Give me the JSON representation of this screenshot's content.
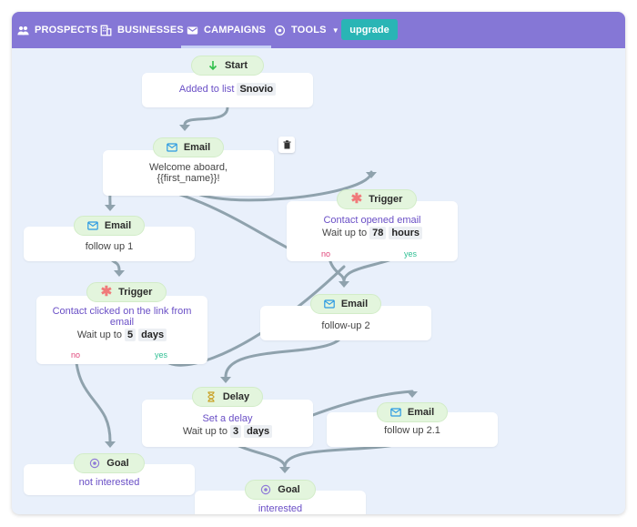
{
  "nav": {
    "prospects": "PROSPECTS",
    "businesses": "BUSINESSES",
    "campaigns": "CAMPAIGNS",
    "tools": "TOOLS",
    "upgrade": "upgrade"
  },
  "nodes": {
    "start": {
      "label": "Start",
      "text": "Added to list",
      "list": "Snovio"
    },
    "email1": {
      "label": "Email",
      "text": "Welcome aboard, {{first_name}}!"
    },
    "trigger1": {
      "label": "Trigger",
      "title": "Contact opened email",
      "wait_label": "Wait up to",
      "wait_value": "78",
      "wait_unit": "hours",
      "no": "no",
      "yes": "yes"
    },
    "email2": {
      "label": "Email",
      "text": "follow up 1"
    },
    "trigger2": {
      "label": "Trigger",
      "title": "Contact clicked on the link from email",
      "wait_label": "Wait up to",
      "wait_value": "5",
      "wait_unit": "days",
      "no": "no",
      "yes": "yes"
    },
    "email3": {
      "label": "Email",
      "text": "follow-up 2"
    },
    "delay": {
      "label": "Delay",
      "title": "Set a delay",
      "wait_label": "Wait up to",
      "wait_value": "3",
      "wait_unit": "days"
    },
    "email4": {
      "label": "Email",
      "text": "follow up 2.1"
    },
    "goal1": {
      "label": "Goal",
      "text": "not interested"
    },
    "goal2": {
      "label": "Goal",
      "text": "interested"
    }
  },
  "colors": {
    "navbar": "#8577d6",
    "upgrade": "#29b5b5",
    "canvas": "#e9f0fb",
    "pill": "#e3f5dd",
    "title": "#6a4fc6",
    "no": "#e0457a",
    "yes": "#2fbf93",
    "wire": "#8fa2ad"
  },
  "icons": {
    "prospects": "people-icon",
    "businesses": "building-icon",
    "campaigns": "envelope-icon",
    "tools": "target-icon",
    "start": "arrow-down-icon",
    "email": "envelope-icon",
    "trigger": "asterisk-icon",
    "delay": "hourglass-icon",
    "goal": "target-icon",
    "delete": "trash-icon"
  }
}
